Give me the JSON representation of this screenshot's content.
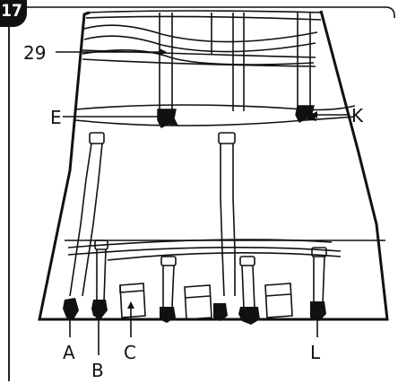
{
  "step": {
    "number": "17"
  },
  "labels": {
    "part_29": "29",
    "part_e": "E",
    "part_k": "K",
    "part_a": "A",
    "part_b": "B",
    "part_c": "C",
    "part_l": "L"
  },
  "colors": {
    "line": "#111111",
    "background": "#ffffff",
    "badge": "#111111",
    "badge_text": "#ffffff"
  }
}
